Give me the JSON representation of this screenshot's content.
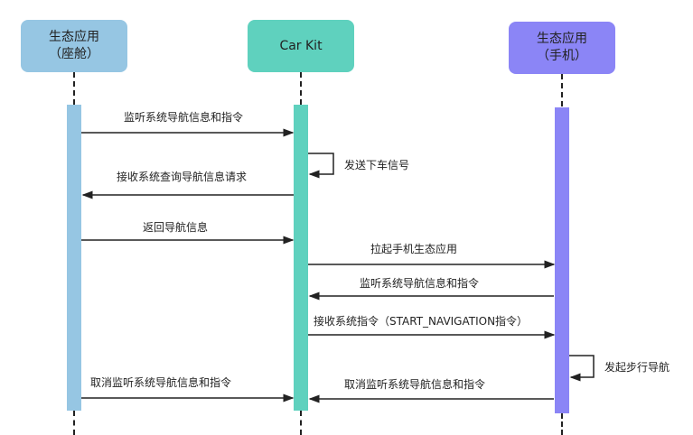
{
  "colors": {
    "cockpit": "#96C6E3",
    "carkit": "#5FD1BE",
    "phone": "#8B85F6",
    "line": "#222222"
  },
  "actors": [
    {
      "line1": "生态应用",
      "line2": "（座舱）"
    },
    {
      "line1": "Car Kit",
      "line2": ""
    },
    {
      "line1": "生态应用",
      "line2": "（手机）"
    }
  ],
  "messages": [
    {
      "label": "监听系统导航信息和指令",
      "from": "cockpit",
      "to": "carkit"
    },
    {
      "label": "发送下车信号",
      "from": "carkit",
      "to": "carkit"
    },
    {
      "label": "接收系统查询导航信息请求",
      "from": "carkit",
      "to": "cockpit"
    },
    {
      "label": "返回导航信息",
      "from": "cockpit",
      "to": "carkit"
    },
    {
      "label": "拉起手机生态应用",
      "from": "carkit",
      "to": "phone"
    },
    {
      "label": "监听系统导航信息和指令",
      "from": "phone",
      "to": "carkit"
    },
    {
      "label": "接收系统指令（START_NAVIGATION指令）",
      "from": "carkit",
      "to": "phone"
    },
    {
      "label": "发起步行导航",
      "from": "phone",
      "to": "phone"
    },
    {
      "label": "取消监听系统导航信息和指令",
      "from": "cockpit",
      "to": "carkit"
    },
    {
      "label": "取消监听系统导航信息和指令",
      "from": "phone",
      "to": "carkit"
    }
  ]
}
